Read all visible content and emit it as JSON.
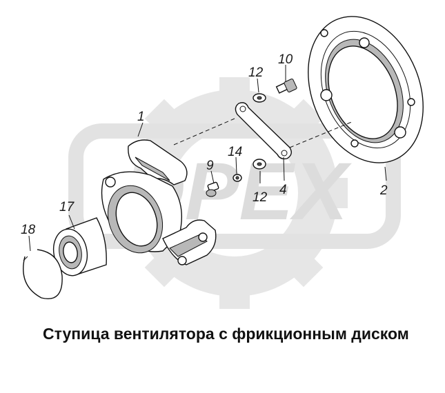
{
  "diagram": {
    "caption": "Ступица вентилятора с фрикционным диском",
    "watermark": {
      "logo_text": "OPEX",
      "color": "#e6e6e6"
    },
    "callouts": [
      {
        "id": "c1",
        "label": "1"
      },
      {
        "id": "c2",
        "label": "2"
      },
      {
        "id": "c4",
        "label": "4"
      },
      {
        "id": "c9",
        "label": "9"
      },
      {
        "id": "c10",
        "label": "10"
      },
      {
        "id": "c12a",
        "label": "12"
      },
      {
        "id": "c12b",
        "label": "12"
      },
      {
        "id": "c14",
        "label": "14"
      },
      {
        "id": "c17",
        "label": "17"
      },
      {
        "id": "c18",
        "label": "18"
      }
    ]
  }
}
